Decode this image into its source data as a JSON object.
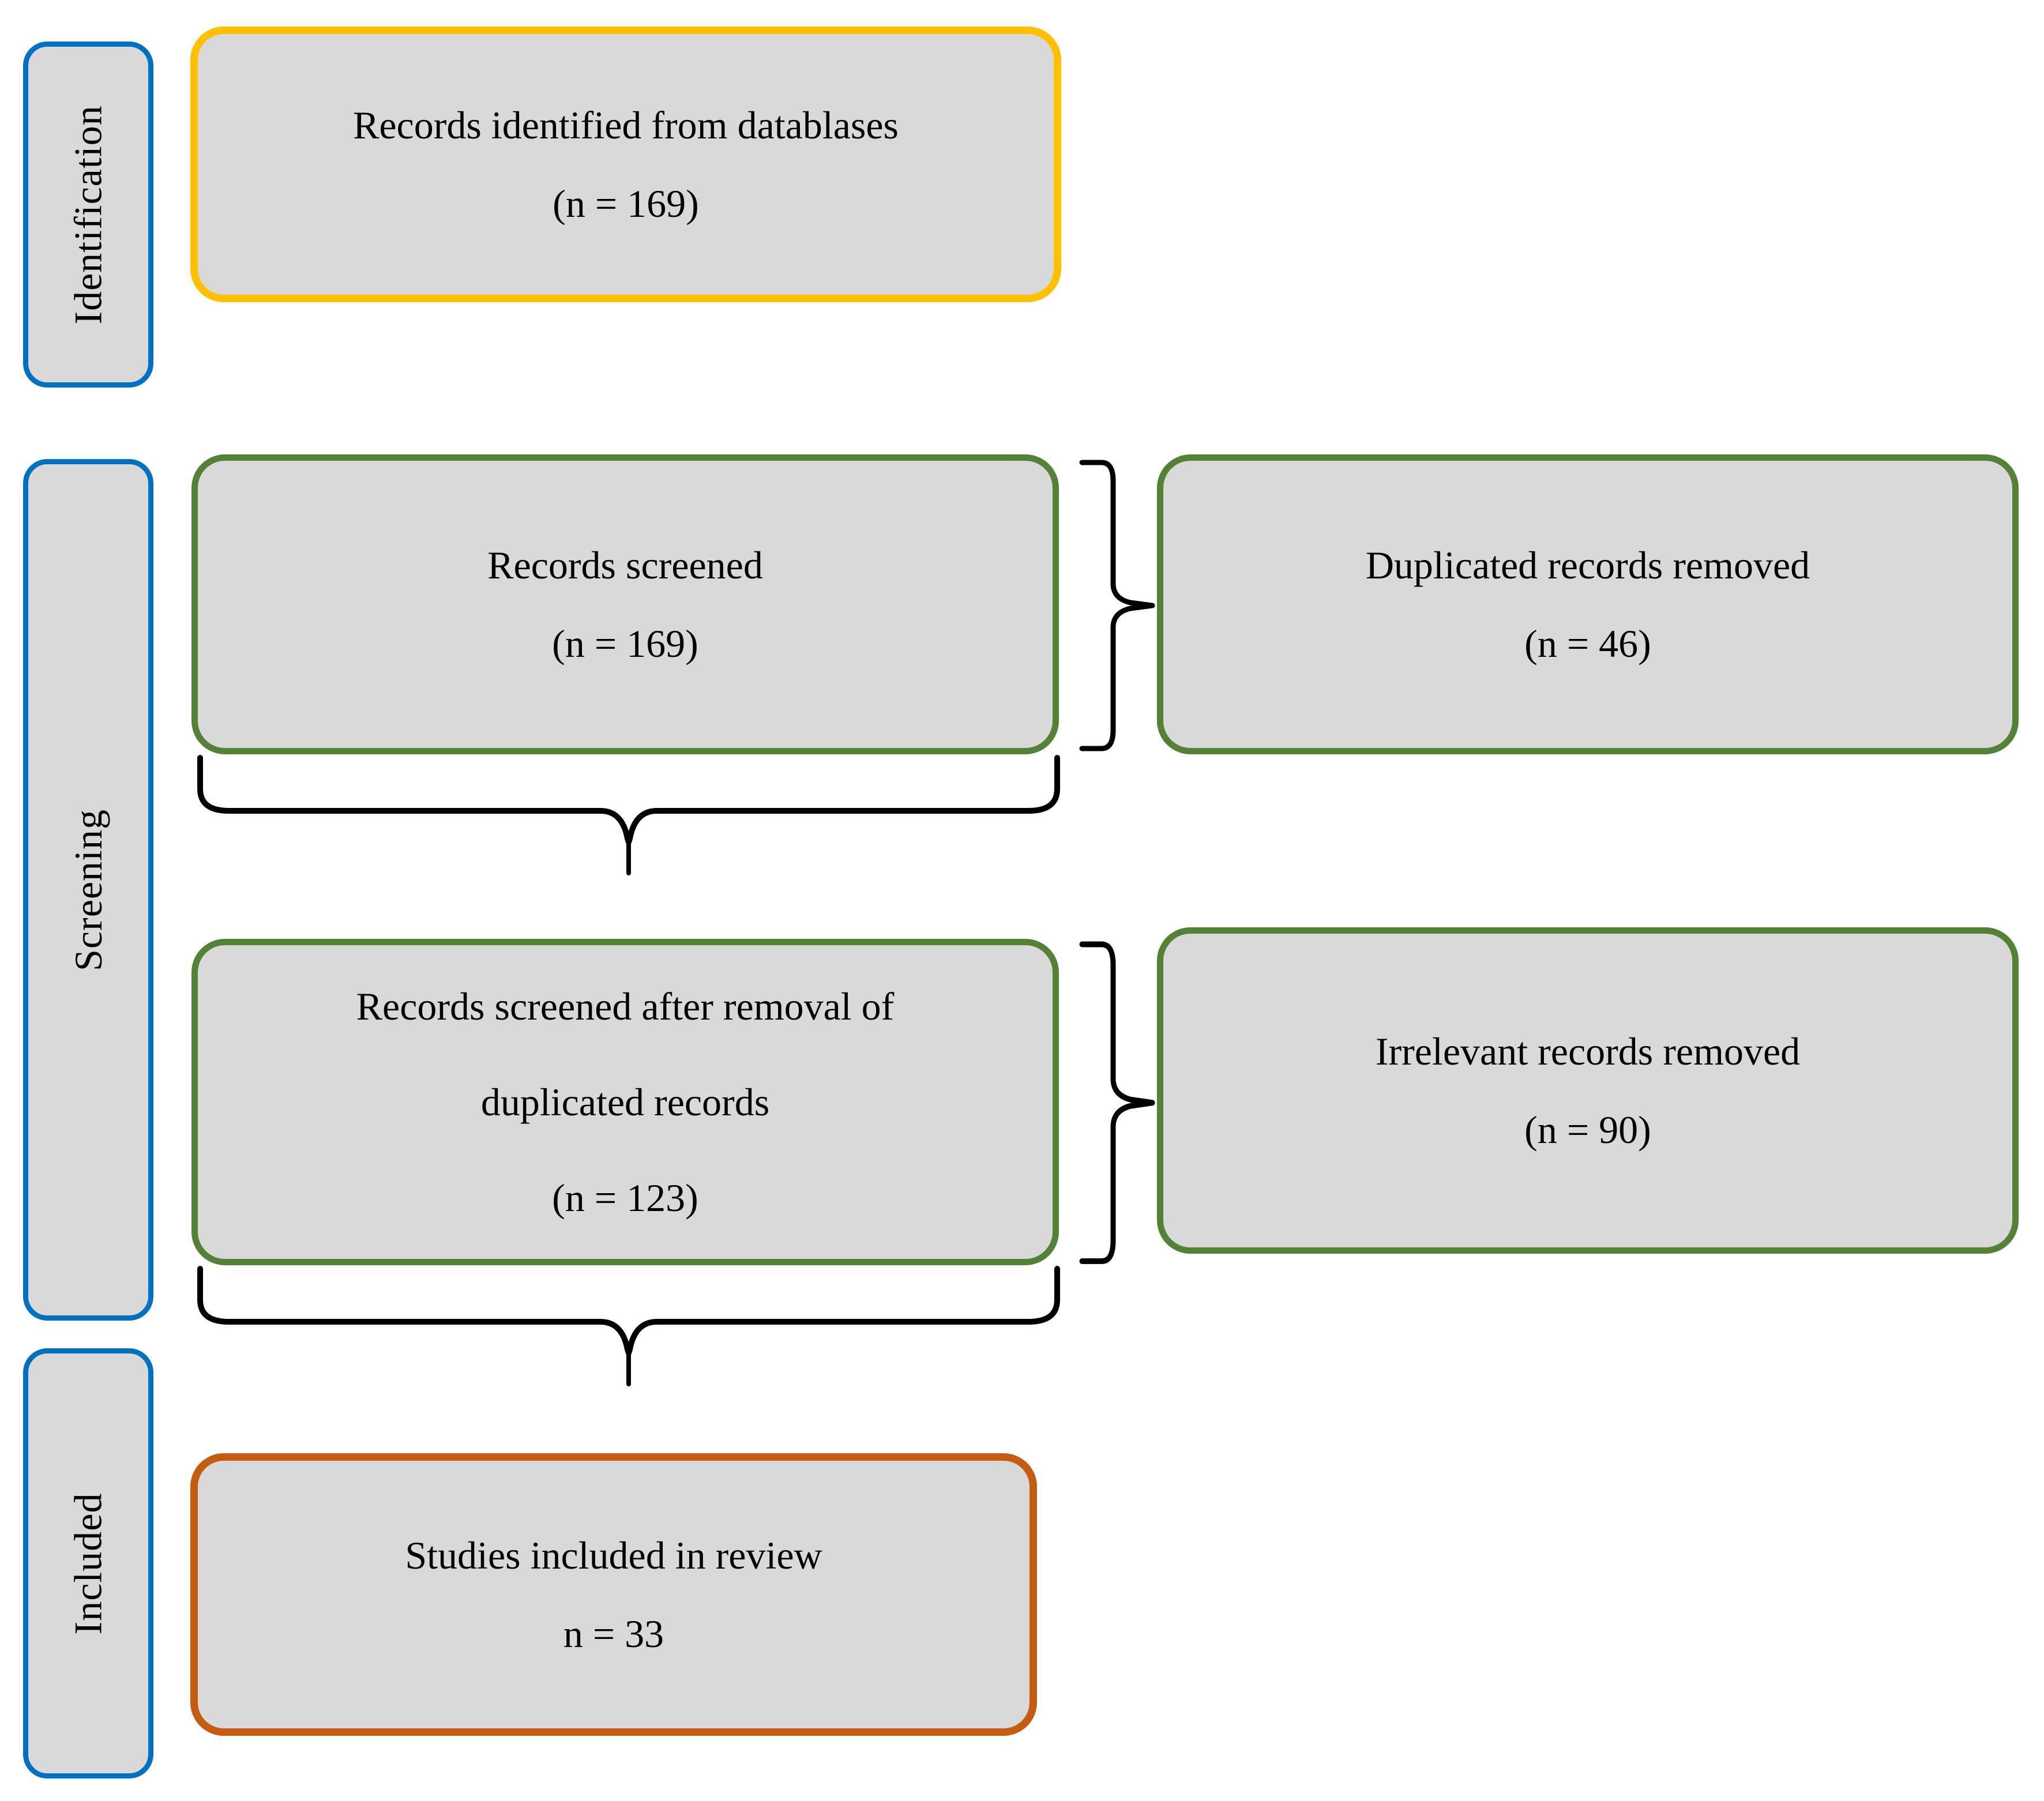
{
  "colors": {
    "background": "#ffffff",
    "box_fill": "#d9d9d9",
    "stage_border_blue": "#0070c0",
    "identification_border_yellow": "#ffc000",
    "screening_border_green": "#538135",
    "included_border_orange": "#c55a11",
    "connector_black": "#000000"
  },
  "stages": [
    {
      "label": "Identification"
    },
    {
      "label": "Screening"
    },
    {
      "label": "Included"
    }
  ],
  "boxes": [
    {
      "lines": [
        "Records identified from datablases",
        "(n = 169)"
      ]
    },
    {
      "lines": [
        "Records screened",
        "(n = 169)"
      ]
    },
    {
      "lines": [
        "Duplicated records removed",
        "(n = 46)"
      ]
    },
    {
      "lines": [
        "Records screened after removal of",
        "duplicated records",
        "(n = 123)"
      ]
    },
    {
      "lines": [
        "Irrelevant records removed",
        "(n = 90)"
      ]
    },
    {
      "lines": [
        "Studies included in review",
        "n = 33"
      ]
    }
  ]
}
